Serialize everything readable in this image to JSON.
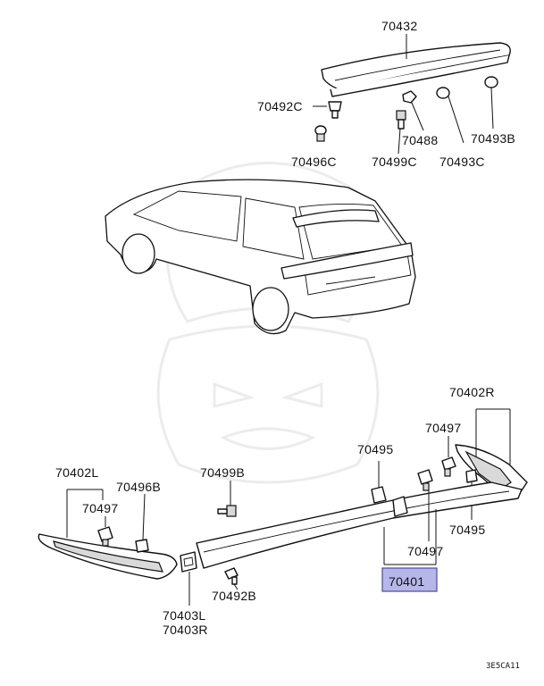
{
  "labels": {
    "p70432": "70432",
    "p70492C": "70492C",
    "p70488": "70488",
    "p70493B": "70493B",
    "p70496C": "70496C",
    "p70499C": "70499C",
    "p70493C": "70493C",
    "p70402R": "70402R",
    "p70497_right": "70497",
    "p70495_upper": "70495",
    "p70495_lower": "70495",
    "p70497_center": "70497",
    "p70401": "70401",
    "p70402L": "70402L",
    "p70496B": "70496B",
    "p70497_left": "70497",
    "p70499B": "70499B",
    "p70492B": "70492B",
    "p70403L": "70403L",
    "p70403R": "70403R"
  },
  "diagram_code": "3E5CA11",
  "highlight": {
    "part": "70401",
    "color": "#b7b6e8"
  }
}
